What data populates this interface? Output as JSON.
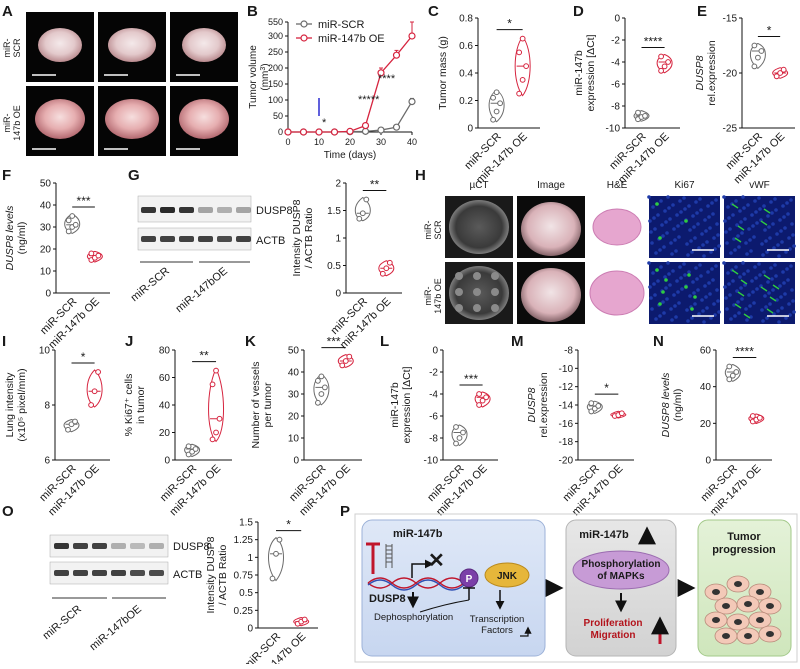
{
  "panel_letters": [
    "A",
    "B",
    "C",
    "D",
    "E",
    "F",
    "G",
    "H",
    "I",
    "J",
    "K",
    "L",
    "M",
    "N",
    "O",
    "P"
  ],
  "groups": {
    "scr": "miR-SCR",
    "oe": "miR-147b OE",
    "scr_rows": "miR-\nSCR",
    "oe_rows": "miR-\n147b OE",
    "oe_blot": "miR-147bOE"
  },
  "colors": {
    "scr": "#6b6b6b",
    "oe": "#d6243f",
    "nuclei": "#1e3aa8",
    "signal": "#2ecc40",
    "he": "#e6a6cf"
  },
  "blot": {
    "target": "DUSP8",
    "loading": "ACTB"
  },
  "h_columns": [
    "µCT",
    "Image",
    "H&E",
    "Ki67",
    "vWF"
  ],
  "p_schematic": {
    "box1_mir": "miR-147b",
    "box1_dusp8": "DUSP8",
    "box1_dephos": "Dephosphorylation",
    "box1_p": "P",
    "box1_jnk": "JNK",
    "box1_tf": "Transcription\nFactors",
    "box2_mir": "miR-147b",
    "box2_phos": "Phosphorylation\nof MAPKs",
    "box2_prolif": "Proliferation\nMigration",
    "box3_title": "Tumor\nprogression"
  },
  "chart_data": [
    {
      "panel": "B",
      "type": "line",
      "xlabel": "Time (days)",
      "ylabel": "Tumor volume\n(mm3)",
      "xticks": [
        0,
        10,
        20,
        30,
        40
      ],
      "yticks": [
        0,
        50,
        100,
        150,
        200,
        250,
        300,
        550
      ],
      "series": [
        {
          "name": "miR-SCR",
          "x": [
            0,
            5,
            10,
            15,
            20,
            25,
            30,
            35,
            40
          ],
          "y": [
            0,
            0,
            0,
            0,
            1,
            2,
            6,
            15,
            95
          ],
          "err": [
            0,
            0,
            0,
            0,
            1,
            2,
            2,
            4,
            10
          ]
        },
        {
          "name": "miR-147b OE",
          "x": [
            0,
            5,
            10,
            15,
            20,
            25,
            30,
            35,
            40
          ],
          "y": [
            0,
            0,
            0,
            0,
            2,
            20,
            185,
            240,
            300
          ],
          "err": [
            0,
            0,
            0,
            0,
            2,
            4,
            15,
            15,
            40
          ]
        }
      ],
      "annotations": [
        "*",
        "****",
        "*****"
      ]
    },
    {
      "panel": "C",
      "type": "violin",
      "ylabel": "Tumor mass (g)",
      "yticks": [
        0,
        0.2,
        0.4,
        0.6,
        0.8
      ],
      "ylim": [
        0,
        0.8
      ],
      "series": [
        {
          "name": "miR-SCR",
          "values": [
            0.06,
            0.12,
            0.18,
            0.22,
            0.26
          ]
        },
        {
          "name": "miR-147b OE",
          "values": [
            0.25,
            0.35,
            0.45,
            0.55,
            0.65
          ]
        }
      ],
      "annotations": [
        "*"
      ]
    },
    {
      "panel": "D",
      "type": "violin",
      "ylabel": "miR-147b\nexpression [ΔCt]",
      "yticks": [
        -10,
        -8,
        -6,
        -4,
        -2,
        0
      ],
      "ylim": [
        -10,
        0
      ],
      "series": [
        {
          "name": "miR-SCR",
          "values": [
            -8.6,
            -8.9,
            -9.0,
            -9.2
          ]
        },
        {
          "name": "miR-147b OE",
          "values": [
            -3.5,
            -4.0,
            -4.4,
            -4.8
          ]
        }
      ],
      "annotations": [
        "****"
      ]
    },
    {
      "panel": "E",
      "type": "violin",
      "ylabel": "DUSP8\nrel.expression",
      "yticks": [
        -25,
        -20,
        -15
      ],
      "ylim": [
        -25,
        -15
      ],
      "series": [
        {
          "name": "miR-SCR",
          "values": [
            -17.5,
            -18.0,
            -18.6,
            -19.4
          ]
        },
        {
          "name": "miR-147b OE",
          "values": [
            -19.7,
            -20.0,
            -20.3
          ]
        }
      ],
      "annotations": [
        "*"
      ]
    },
    {
      "panel": "F",
      "type": "violin",
      "ylabel": "DUSP8 levels\n(ng/ml)",
      "yticks": [
        0,
        10,
        20,
        30,
        40,
        50
      ],
      "ylim": [
        0,
        50
      ],
      "series": [
        {
          "name": "miR-SCR",
          "values": [
            28,
            30,
            31,
            33,
            35
          ]
        },
        {
          "name": "miR-147b OE",
          "values": [
            15,
            16,
            17,
            18
          ]
        }
      ],
      "annotations": [
        "***"
      ]
    },
    {
      "panel": "G",
      "type": "violin",
      "ylabel": "Intensity DUSP8\n/ ACTB Ratio",
      "yticks": [
        0,
        0.5,
        1.0,
        1.5,
        2.0
      ],
      "ylim": [
        0,
        2.0
      ],
      "series": [
        {
          "name": "miR-SCR",
          "values": [
            1.35,
            1.45,
            1.7
          ]
        },
        {
          "name": "miR-147b OE",
          "values": [
            0.35,
            0.45,
            0.55
          ]
        }
      ],
      "annotations": [
        "**"
      ]
    },
    {
      "panel": "I",
      "type": "violin",
      "ylabel": "Lung intensity\n(x10⁵ pixel/mm)",
      "yticks": [
        6,
        8,
        10
      ],
      "ylim": [
        6,
        10
      ],
      "series": [
        {
          "name": "miR-SCR",
          "values": [
            7.1,
            7.3,
            7.4
          ]
        },
        {
          "name": "miR-147b OE",
          "values": [
            8.0,
            8.5,
            9.2
          ]
        }
      ],
      "annotations": [
        "*"
      ]
    },
    {
      "panel": "J",
      "type": "violin",
      "ylabel": "% Ki67⁺ cells\nin tumor",
      "yticks": [
        0,
        20,
        40,
        60,
        80
      ],
      "ylim": [
        0,
        80
      ],
      "series": [
        {
          "name": "miR-SCR",
          "values": [
            4,
            6,
            8,
            10
          ]
        },
        {
          "name": "miR-147b OE",
          "values": [
            15,
            20,
            30,
            55,
            65
          ]
        }
      ],
      "annotations": [
        "**"
      ]
    },
    {
      "panel": "K",
      "type": "violin",
      "ylabel": "Number of vessels\nper tumor",
      "yticks": [
        0,
        10,
        20,
        30,
        40,
        50
      ],
      "ylim": [
        0,
        50
      ],
      "series": [
        {
          "name": "miR-SCR",
          "values": [
            26,
            30,
            33,
            36,
            38
          ]
        },
        {
          "name": "miR-147b OE",
          "values": [
            43,
            45,
            47
          ]
        }
      ],
      "annotations": [
        "***"
      ]
    },
    {
      "panel": "L",
      "type": "violin",
      "ylabel": "miR-147b\nexpression [ΔCt]",
      "yticks": [
        -10,
        -8,
        -6,
        -4,
        -2,
        0
      ],
      "ylim": [
        -10,
        0
      ],
      "series": [
        {
          "name": "miR-SCR",
          "values": [
            -7.0,
            -7.5,
            -8.0,
            -8.5
          ]
        },
        {
          "name": "miR-147b OE",
          "values": [
            -4.0,
            -4.3,
            -4.6,
            -5.0
          ]
        }
      ],
      "annotations": [
        "***"
      ]
    },
    {
      "panel": "M",
      "type": "violin",
      "ylabel": "DUSP8\nrel.expression",
      "yticks": [
        -20,
        -18,
        -16,
        -14,
        -12,
        -10,
        -8
      ],
      "ylim": [
        -20,
        -8
      ],
      "series": [
        {
          "name": "miR-SCR",
          "values": [
            -13.8,
            -14.1,
            -14.4,
            -14.7
          ]
        },
        {
          "name": "miR-147b OE",
          "values": [
            -14.9,
            -15.1,
            -15.2
          ]
        }
      ],
      "annotations": [
        "*"
      ]
    },
    {
      "panel": "N",
      "type": "violin",
      "ylabel": "DUSP8 levels\n(ng/ml)",
      "yticks": [
        0,
        20,
        40,
        60
      ],
      "ylim": [
        0,
        60
      ],
      "series": [
        {
          "name": "miR-SCR",
          "values": [
            44,
            46,
            48,
            51
          ]
        },
        {
          "name": "miR-147b OE",
          "values": [
            21,
            22,
            23,
            24
          ]
        }
      ],
      "annotations": [
        "****"
      ]
    },
    {
      "panel": "O",
      "type": "violin",
      "ylabel": "Intensity DUSP8\n/ ACTB Ratio",
      "yticks": [
        0,
        0.25,
        0.5,
        0.75,
        1.0,
        1.25,
        1.5
      ],
      "ylim": [
        0,
        1.5
      ],
      "series": [
        {
          "name": "miR-SCR",
          "values": [
            0.7,
            1.05,
            1.25
          ]
        },
        {
          "name": "miR-147b OE",
          "values": [
            0.06,
            0.09,
            0.12
          ]
        }
      ],
      "annotations": [
        "*"
      ]
    }
  ]
}
